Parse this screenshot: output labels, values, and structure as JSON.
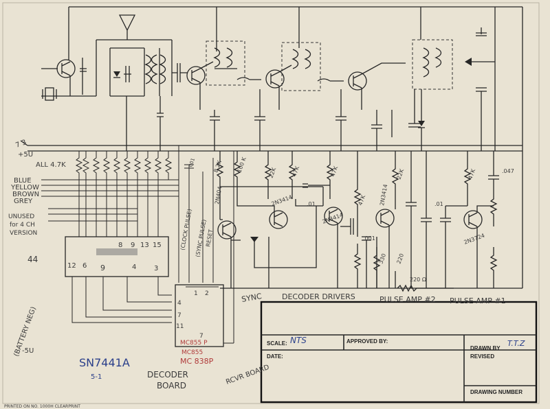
{
  "labels": {
    "voltage_top": "+5U",
    "voltage_top_mark": "7 3",
    "all_4_7k": "ALL 4.7K",
    "wire_blue": "BLUE",
    "wire_yellow": "YELLOW",
    "wire_brown": "BROWN",
    "wire_grey": "GREY",
    "unused": "UNUSED",
    "for_4ch": "for 4 CH",
    "version": "VERSION",
    "margin_mark": "44",
    "battery_neg": "(BATTERY NEG)",
    "battery_v": "-5U",
    "reset": "RESET",
    "clock_pulse": "(CLOCK PULSE)",
    "sync_pulse": "(SYNC PULSE)",
    "ic_part": "SN7441A",
    "ic_part_sub": "5-1",
    "decoder_board": "DECODER",
    "board": "BOARD",
    "rcvr_board": "RCVR BOARD",
    "part_note_1": "MC 838P",
    "part_note_2": "MC855 P",
    "part_note_3": "MC855",
    "ic_top_pins": [
      "8",
      "9",
      "13",
      "15"
    ],
    "ic_bottom_pins": [
      "12",
      "6",
      "9",
      "4",
      "3"
    ],
    "ic2_pins": [
      "1",
      "4",
      "2",
      "7",
      "11",
      "7"
    ],
    "transistor_2n3414": "2N3414",
    "transistor_2n3414_2": "2N3414",
    "transistor_2n3414_3": "2N3414",
    "transistor_2n404": "2N404",
    "transistor_2n3724": "2N3724",
    "r_8_2k": "8.2K",
    "r_100k": "100 K",
    "r_22k": "22K",
    "r_47k": "47K",
    "r_47k_2": "47K",
    "r_47k_3": "47K",
    "r_47k_4": "47K",
    "r_22k_2": "22K",
    "r_220": "220",
    "r_330": "330",
    "r_220_2": "220 Ω",
    "c_01": ".01",
    "c_001": ".001",
    "c_01_2": ".01",
    "c_047": ".047",
    "c_001_2": ".001",
    "sync": "SYNC",
    "decoder_drivers": "DECODER DRIVERS",
    "pulse_amp_2": "PULSE AMP #2",
    "pulse_amp_1": "PULSE AMP #1",
    "bottom_strip": "PRINTED ON NO. 1000H CLEARPRINT"
  },
  "title_block": {
    "scale_label": "SCALE:",
    "scale_value": "NTS",
    "approved_label": "APPROVED BY:",
    "date_label": "DATE:",
    "drawn_label": "DRAWN BY",
    "drawn_value": "T.T.Z",
    "revised_label": "REVISED",
    "drawing_number_label": "DRAWING NUMBER"
  }
}
